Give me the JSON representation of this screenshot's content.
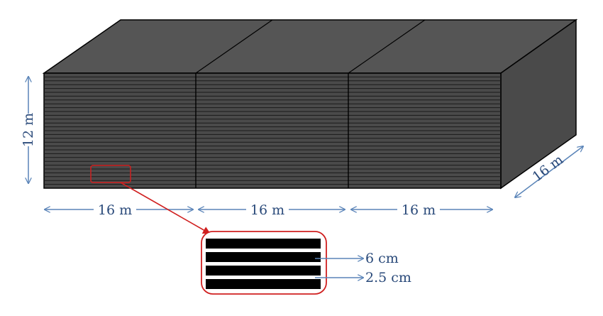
{
  "dimensions": {
    "height_label": "12 m",
    "block_widths": [
      "16 m",
      "16 m",
      "16 m"
    ],
    "depth_label": "16 m"
  },
  "inset": {
    "gap_label": "6 cm",
    "layer_label": "2.5 cm"
  },
  "colors": {
    "block_dark": "#3c3c3c",
    "block_front": "#4a4a4a",
    "block_top": "#555555",
    "block_side": "#4a4a4a",
    "line": "#000000",
    "dimension_arrow": "#5a84b8",
    "highlight": "#d02020"
  }
}
